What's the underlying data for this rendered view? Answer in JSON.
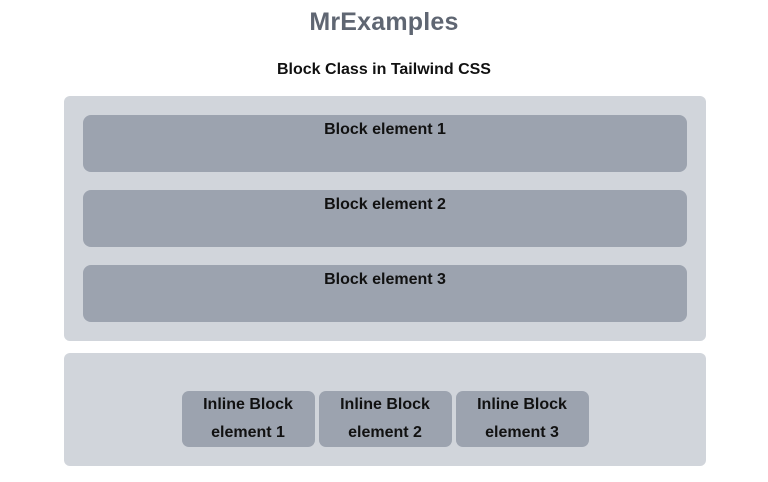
{
  "header": {
    "site_title": "MrExamples",
    "subtitle": "Block Class in Tailwind CSS"
  },
  "block_section": {
    "items": [
      {
        "label": "Block element 1"
      },
      {
        "label": "Block element 2"
      },
      {
        "label": "Block element 3"
      }
    ]
  },
  "inline_section": {
    "items": [
      {
        "line1": "Inline Block",
        "line2": "element 1"
      },
      {
        "line1": "Inline Block",
        "line2": "element 2"
      },
      {
        "line1": "Inline Block",
        "line2": "element 3"
      }
    ]
  },
  "colors": {
    "container_bg": "#d1d5db",
    "element_bg": "#9ca3af",
    "title_color": "#5f6672"
  }
}
